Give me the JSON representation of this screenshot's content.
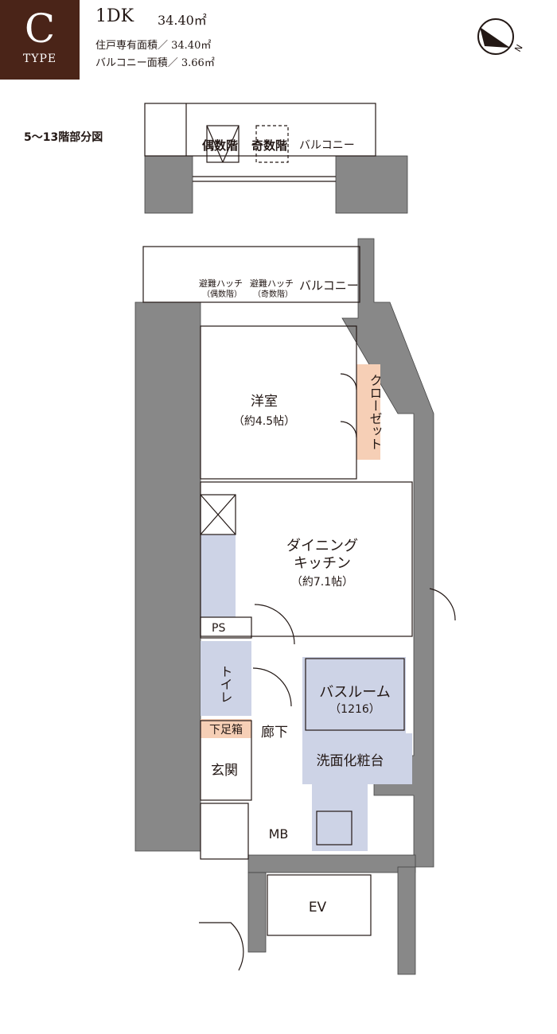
{
  "header": {
    "type_letter": "C",
    "type_word": "TYPE",
    "unit_type": "1DK",
    "unit_area": "34.40㎡",
    "private_area": "住戸専有面積／ 34.40㎡",
    "balcony_area": "バルコニー面積／ 3.66㎡"
  },
  "compass": {
    "letter": "N"
  },
  "partial_plan": {
    "floor_label": "5〜13階部分図",
    "even_hatch": "偶数階",
    "odd_hatch": "奇数階",
    "balcony": "バルコニー"
  },
  "plan": {
    "hatch_a_line1": "避難ハッチ",
    "hatch_a_line2": "（偶数階）",
    "hatch_b_line1": "避難ハッチ",
    "hatch_b_line2": "（奇数階）",
    "balcony": "バルコニー",
    "western_room": "洋室",
    "western_room_size": "（約4.5帖）",
    "closet": "クローゼット",
    "dk_line1": "ダイニング",
    "dk_line2": "キッチン",
    "dk_size": "（約7.1帖）",
    "ps": "PS",
    "toilet": "トイレ",
    "bathroom": "バスルーム",
    "bathroom_size": "（1216）",
    "shoe_box": "下足箱",
    "corridor": "廊下",
    "entrance": "玄関",
    "washroom": "洗面化粧台",
    "mb": "MB",
    "ev": "EV"
  },
  "colors": {
    "badge": "#4a2418",
    "wall": "#888888",
    "wet_area": "#cdd3e6",
    "storage": "#f6cfb6"
  }
}
